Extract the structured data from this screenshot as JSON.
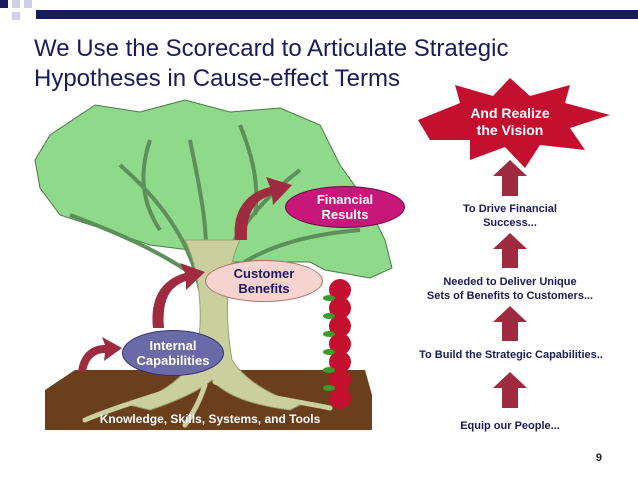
{
  "slide": {
    "title_line1": "We Use the Scorecard to Articulate Strategic",
    "title_line2": "Hypotheses in Cause-effect Terms",
    "page_number": "9"
  },
  "tree": {
    "ground_label": "Knowledge, Skills, Systems, and Tools",
    "internal_line1": "Internal",
    "internal_line2": "Capabilities",
    "customer_line1": "Customer",
    "customer_line2": "Benefits",
    "financial_line1": "Financial",
    "financial_line2": "Results"
  },
  "ladder": {
    "vision_line1": "And Realize",
    "vision_line2": "the Vision",
    "step1_line1": "To Drive Financial",
    "step1_line2": "Success...",
    "step2_line1": "Needed to Deliver Unique",
    "step2_line2": "Sets of Benefits to Customers...",
    "step3": "To Build the Strategic Capabilities..",
    "step4": "Equip our People..."
  },
  "colors": {
    "title": "#1a1a5e",
    "foliage": "#8fd98a",
    "trunk": "#c9cf9d",
    "soil": "#6b3f1c",
    "arrow": "#9e2b3f",
    "internal_pill": "#6b6aa8",
    "customer_pill": "#f6d3cf",
    "financial_pill": "#c7177a",
    "burst": "#c2102e"
  }
}
